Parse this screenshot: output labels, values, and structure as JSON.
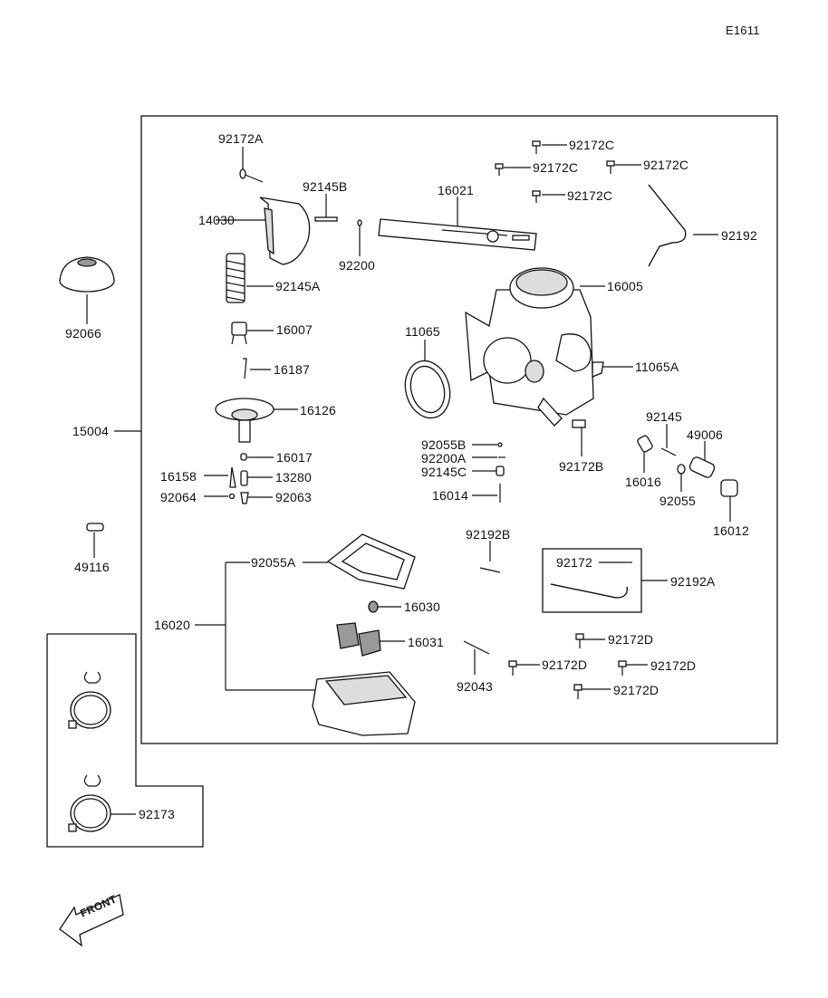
{
  "figure_code": "E1611",
  "front_label": "FRONT",
  "parts": {
    "p92172A": "92172A",
    "p14030": "14030",
    "p92145B": "92145B",
    "p92200": "92200",
    "p16021": "16021",
    "p92172C_1": "92172C",
    "p92172C_2": "92172C",
    "p92172C_3": "92172C",
    "p92172C_4": "92172C",
    "p92192": "92192",
    "p92066": "92066",
    "p92145A": "92145A",
    "p16007": "16007",
    "p16187": "16187",
    "p16005": "16005",
    "p11065": "11065",
    "p11065A": "11065A",
    "p15004": "15004",
    "p16126": "16126",
    "p16017": "16017",
    "p16158": "16158",
    "p13280": "13280",
    "p92064": "92064",
    "p92063": "92063",
    "p92055B": "92055B",
    "p92200A": "92200A",
    "p92145C": "92145C",
    "p16014": "16014",
    "p92172B": "92172B",
    "p92145": "92145",
    "p49006": "49006",
    "p16016": "16016",
    "p92055": "92055",
    "p16012": "16012",
    "p49116": "49116",
    "p92192B": "92192B",
    "p92172": "92172",
    "p92192A": "92192A",
    "p92055A": "92055A",
    "p16030": "16030",
    "p16020": "16020",
    "p16031": "16031",
    "p92172D_1": "92172D",
    "p92172D_2": "92172D",
    "p92172D_3": "92172D",
    "p92172D_4": "92172D",
    "p92043": "92043",
    "p92173": "92173"
  }
}
